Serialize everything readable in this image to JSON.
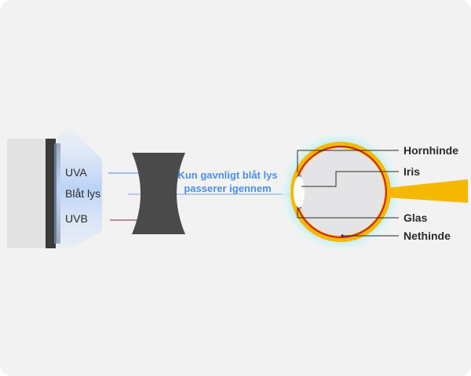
{
  "source": {
    "labels": [
      "UVA",
      "Blåt lys",
      "UVB"
    ]
  },
  "note": {
    "line1": "Kun gavnligt blåt lys",
    "line2": "passerer igennem"
  },
  "eye": {
    "labels": [
      "Hornhinde",
      "Iris",
      "Glas",
      "Nethinde"
    ]
  },
  "colors": {
    "uva_line": "#4a90e2",
    "blue_light_line": "#6fa8ec",
    "uvb_line": "#8a2040",
    "lens": "#4a4a4a",
    "sclera": "#f5b800",
    "retina": "#c8242c",
    "cornea_glow": "#c7ebee",
    "eye_interior": "#e4e4e6"
  }
}
